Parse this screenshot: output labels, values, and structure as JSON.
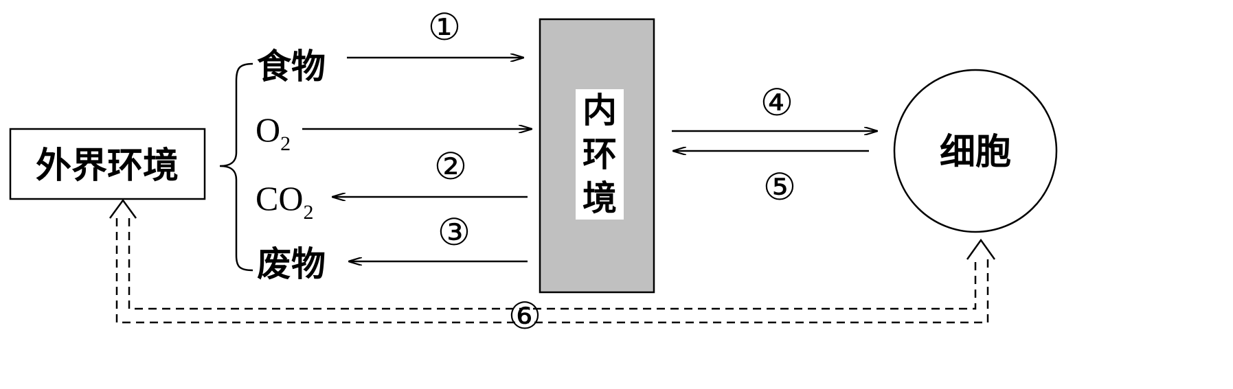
{
  "nodes": {
    "external_environment": "外界环境",
    "internal_environment_chars": [
      "内",
      "环",
      "境"
    ],
    "cell": "细胞"
  },
  "substances": {
    "food": "食物",
    "o2": {
      "base": "O",
      "sub": "2"
    },
    "co2": {
      "base": "CO",
      "sub": "2"
    },
    "waste": "废物"
  },
  "steps": {
    "s1": "①",
    "s2": "②",
    "s3": "③",
    "s4": "④",
    "s5": "⑤",
    "s6": "⑥"
  },
  "colors": {
    "internal_box_fill": "#c0c0c0",
    "stroke": "#000000"
  }
}
